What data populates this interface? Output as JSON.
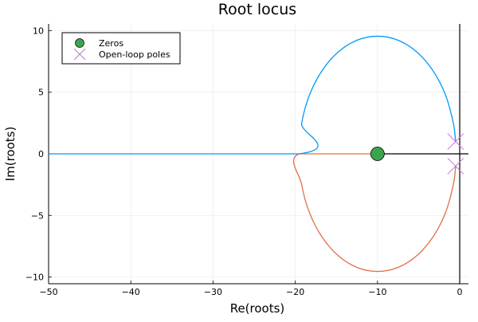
{
  "chart_data": {
    "type": "line",
    "title": "Root locus",
    "xlabel": "Re(roots)",
    "ylabel": "Im(roots)",
    "xlim": [
      -50,
      1.06
    ],
    "ylim": [
      -10.55,
      10.55
    ],
    "xticks": [
      -50,
      -40,
      -30,
      -20,
      -10,
      0
    ],
    "yticks": [
      -10,
      -5,
      0,
      5,
      10
    ],
    "xtick_labels": [
      "−50",
      "−40",
      "−30",
      "−20",
      "−10",
      "0"
    ],
    "ytick_labels": [
      "−10",
      "−5",
      "0",
      "5",
      "10"
    ],
    "grid": true,
    "legend_position": "top-left",
    "series": [
      {
        "color": "#009AFA",
        "points": [
          [
            -0.5,
            1.0
          ],
          [
            -0.77,
            2.47
          ],
          [
            -1.73,
            4.78
          ],
          [
            -3.25,
            6.75
          ],
          [
            -5.22,
            8.27
          ],
          [
            -7.53,
            9.23
          ],
          [
            -10,
            9.55
          ],
          [
            -12.47,
            9.23
          ],
          [
            -14.78,
            8.27
          ],
          [
            -16.75,
            6.75
          ],
          [
            -18.27,
            4.78
          ],
          [
            -19.23,
            2.47
          ],
          [
            -19.55,
            0
          ],
          [
            -50,
            0
          ]
        ]
      },
      {
        "color": "#E36F47",
        "points": [
          [
            -0.5,
            -1.0
          ],
          [
            -0.77,
            -2.47
          ],
          [
            -1.73,
            -4.78
          ],
          [
            -3.25,
            -6.75
          ],
          [
            -5.22,
            -8.27
          ],
          [
            -7.53,
            -9.23
          ],
          [
            -10,
            -9.55
          ],
          [
            -12.47,
            -9.23
          ],
          [
            -14.78,
            -8.27
          ],
          [
            -16.75,
            -6.75
          ],
          [
            -18.27,
            -4.78
          ],
          [
            -19.23,
            -2.47
          ],
          [
            -19.55,
            0
          ],
          [
            -10,
            0
          ]
        ]
      }
    ],
    "reference_lines": {
      "vertical_x": 0,
      "horizontal": {
        "y": 0,
        "from": -10,
        "to": 1.06
      },
      "color": "#000000"
    },
    "zeros": {
      "name": "Zeros",
      "color": "#3DA44E",
      "points": [
        [
          -10,
          0
        ]
      ]
    },
    "poles": {
      "name": "Open-loop poles",
      "color": "#C271D2",
      "points": [
        [
          -0.5,
          1.0
        ],
        [
          -0.5,
          -1.0
        ]
      ]
    }
  }
}
